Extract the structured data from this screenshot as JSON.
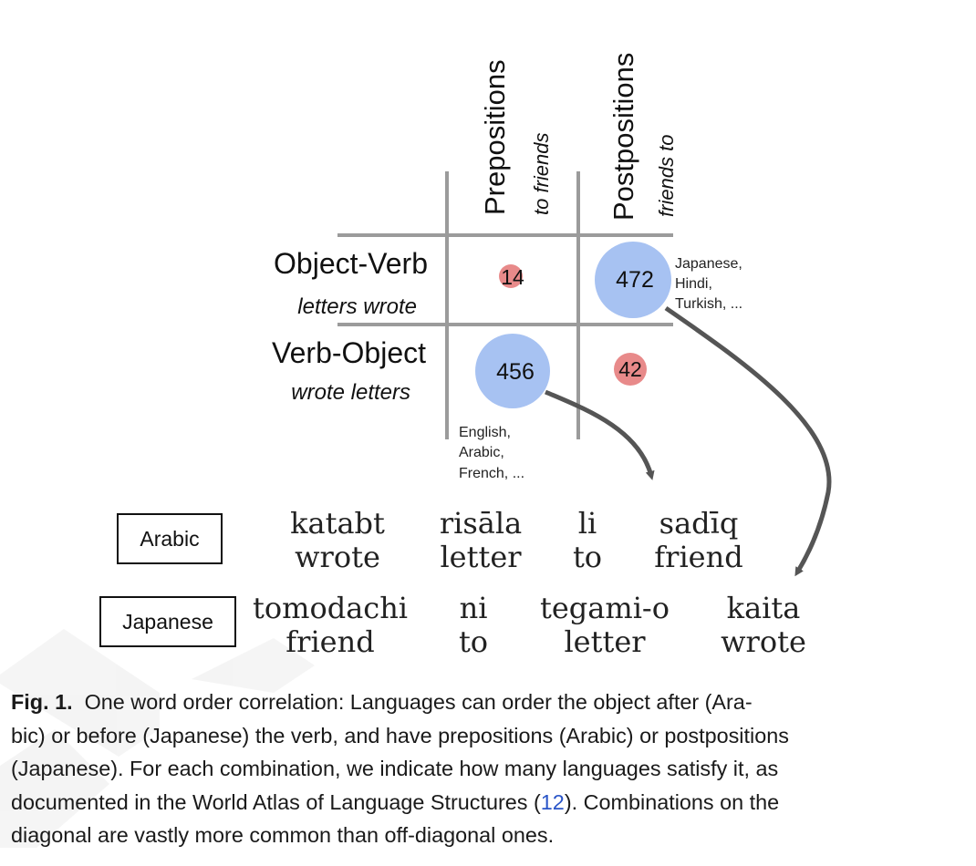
{
  "columns": [
    {
      "label": "Prepositions",
      "example": "to friends"
    },
    {
      "label": "Postpositions",
      "example": "friends to"
    }
  ],
  "rows": [
    {
      "label": "Object-Verb",
      "example": "letters wrote"
    },
    {
      "label": "Verb-Object",
      "example": "wrote letters"
    }
  ],
  "cells": [
    {
      "row": 0,
      "col": 0,
      "count": 14,
      "color": "#e88a8a"
    },
    {
      "row": 0,
      "col": 1,
      "count": 472,
      "color": "#a7c2f2"
    },
    {
      "row": 1,
      "col": 0,
      "count": 456,
      "color": "#a7c2f2"
    },
    {
      "row": 1,
      "col": 1,
      "count": 42,
      "color": "#e88a8a"
    }
  ],
  "annotations": {
    "postpositions_ov": [
      "Japanese,",
      "Hindi,",
      "Turkish, ..."
    ],
    "prepositions_vo": [
      "English,",
      "Arabic,",
      "French, ..."
    ]
  },
  "examples": {
    "arabic": {
      "language": "Arabic",
      "words": [
        {
          "word": "katabt",
          "gloss": "wrote"
        },
        {
          "word": "risāla",
          "gloss": "letter"
        },
        {
          "word": "li",
          "gloss": "to"
        },
        {
          "word": "sadīq",
          "gloss": "friend"
        }
      ]
    },
    "japanese": {
      "language": "Japanese",
      "words": [
        {
          "word": "tomodachi",
          "gloss": "friend"
        },
        {
          "word": "ni",
          "gloss": "to"
        },
        {
          "word": "tegami-o",
          "gloss": "letter"
        },
        {
          "word": "kaita",
          "gloss": "wrote"
        }
      ]
    }
  },
  "caption": {
    "label": "Fig. 1.",
    "lines": [
      "One word order correlation: Languages can order the object after (Ara-",
      "bic) or before (Japanese) the verb, and have prepositions (Arabic) or postpositions",
      "(Japanese). For each combination, we indicate how many languages satisfy it, as"
    ],
    "line4_before": "documented in the World Atlas of Language Structures (",
    "ref": "12",
    "line4_after": "). Combinations on the",
    "line5": "diagonal are vastly more common than off-diagonal ones."
  },
  "colors": {
    "grid": "#9b9b9b",
    "arrow": "#555555",
    "high_count": "#a7c2f2",
    "low_count": "#e88a8a",
    "link": "#2a55c8"
  }
}
